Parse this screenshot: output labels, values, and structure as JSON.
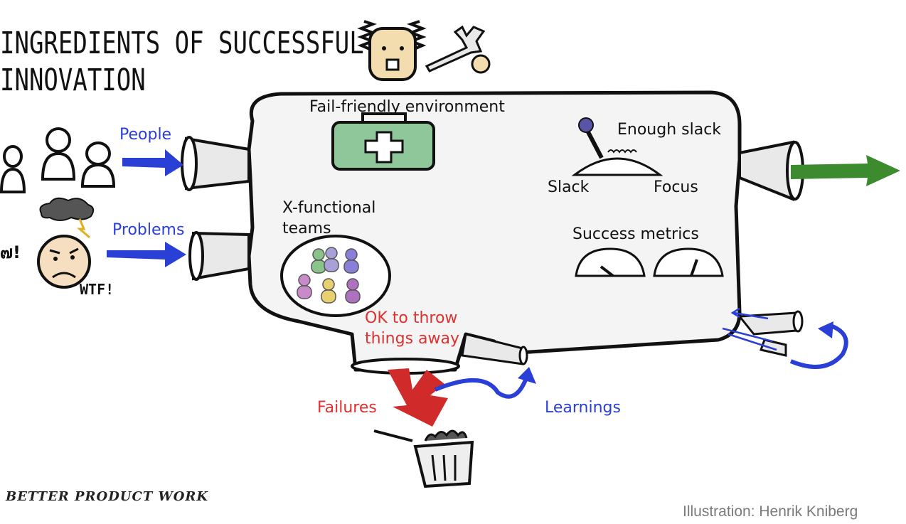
{
  "title": {
    "line1": "INGREDIENTS OF SUCCESSFUL",
    "line2": "INNOVATION"
  },
  "inputs": {
    "people_label": "People",
    "problems_label": "Problems",
    "wtf_text": "WTF!",
    "swirl_text": "๗!"
  },
  "ingredients": {
    "fail_friendly": "Fail-friendly environment",
    "enough_slack": "Enough slack",
    "slack": "Slack",
    "focus": "Focus",
    "x_functional_line1": "X-functional",
    "x_functional_line2": "teams",
    "success_metrics": "Success metrics"
  },
  "outputs": {
    "ok_throw_line1": "OK to throw",
    "ok_throw_line2": "things away",
    "failures": "Failures",
    "learnings": "Learnings"
  },
  "footer": {
    "brand": "BETTER PRODUCT WORK",
    "credit": "Illustration: Henrik Kniberg"
  },
  "colors": {
    "input_arrow": "#2a3fd6",
    "output_arrow": "#3d8b2f",
    "failure_arrow": "#d02a2a",
    "machine_fill": "#f4f4f4",
    "kit_fill": "#8fc79a"
  }
}
